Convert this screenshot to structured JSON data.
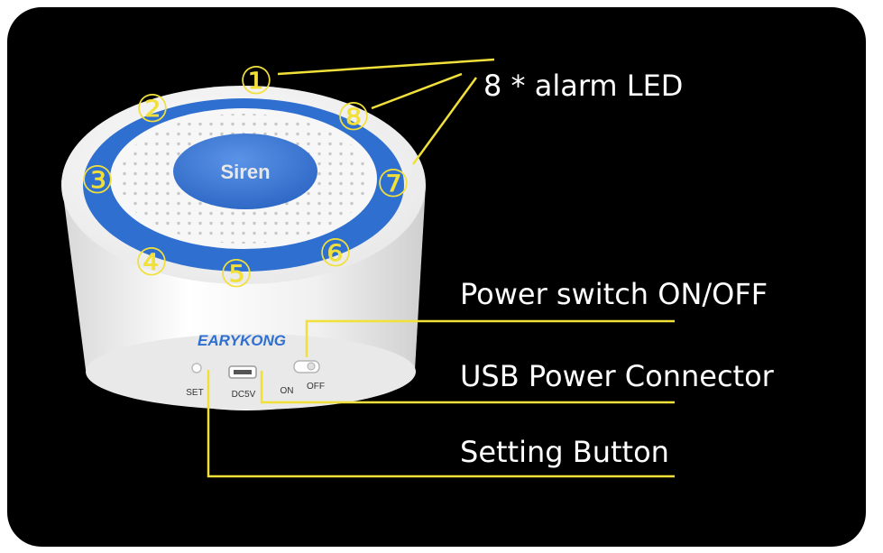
{
  "colors": {
    "background": "#000000",
    "leader_line": "#f2e03a",
    "led_number": "#f2e03a",
    "ring_blue": "#2f6fd0",
    "body_white": "#f4f4f4"
  },
  "device": {
    "button_label": "Siren",
    "brand_logo": "EARYKONG",
    "port_set": "SET",
    "port_dc": "DC5V",
    "port_on": "ON",
    "port_off": "OFF"
  },
  "leds": [
    "①",
    "②",
    "③",
    "④",
    "⑤",
    "⑥",
    "⑦",
    "⑧"
  ],
  "callouts": {
    "alarm_led": "8 * alarm LED",
    "power_switch": "Power switch ON/OFF",
    "usb_power": "USB Power Connector",
    "setting_button": "Setting Button"
  }
}
